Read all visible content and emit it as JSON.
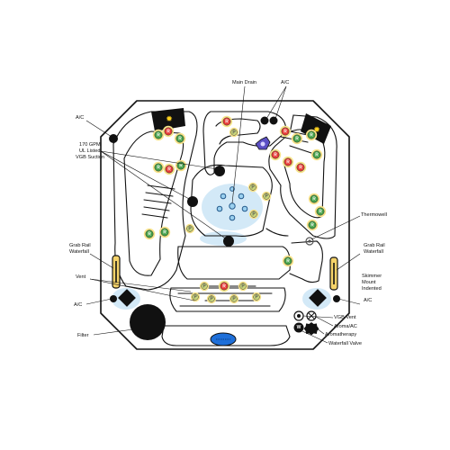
{
  "labels": {
    "main_drain": "Main Drain",
    "ac_top": "A/C",
    "ac_left_top": "A/C",
    "gpm_line1": "170 GPM",
    "gpm_line2": "UL Listed",
    "gpm_line3": "VGB Suction",
    "thermowell": "Thermowell",
    "grab_left_line1": "Grab Rail",
    "grab_left_line2": "Waterfall",
    "grab_right_line1": "Grab Rail",
    "grab_right_line2": "Waterfall",
    "vent": "Vent",
    "ac_left_bottom": "A/C",
    "skimmer_line1": "Skimmer",
    "skimmer_line2": "Mount",
    "skimmer_line3": "Indented",
    "ac_right": "A/C",
    "filter": "Filter",
    "vgb_vent": "VGB Vent",
    "aroma_ac": "Aroma/AC",
    "aromatherapy": "Aromatherapy",
    "waterfall_valve": "Waterfall Valve"
  },
  "jets": {
    "red_letter": "R",
    "green_letter": "R",
    "yellow_letter": "P",
    "valve_letter": "W"
  },
  "colors": {
    "outline": "#111111",
    "jet_red": "#e53935",
    "jet_green": "#43a047",
    "jet_yellow": "#c9d67a",
    "jet_halo": "#f7e48a",
    "water_glow": "#bfe0f5",
    "light_blue": "#1e6fd9",
    "diverter_purple": "#5b4fc4",
    "pillow_gold": "#ffd21f"
  }
}
